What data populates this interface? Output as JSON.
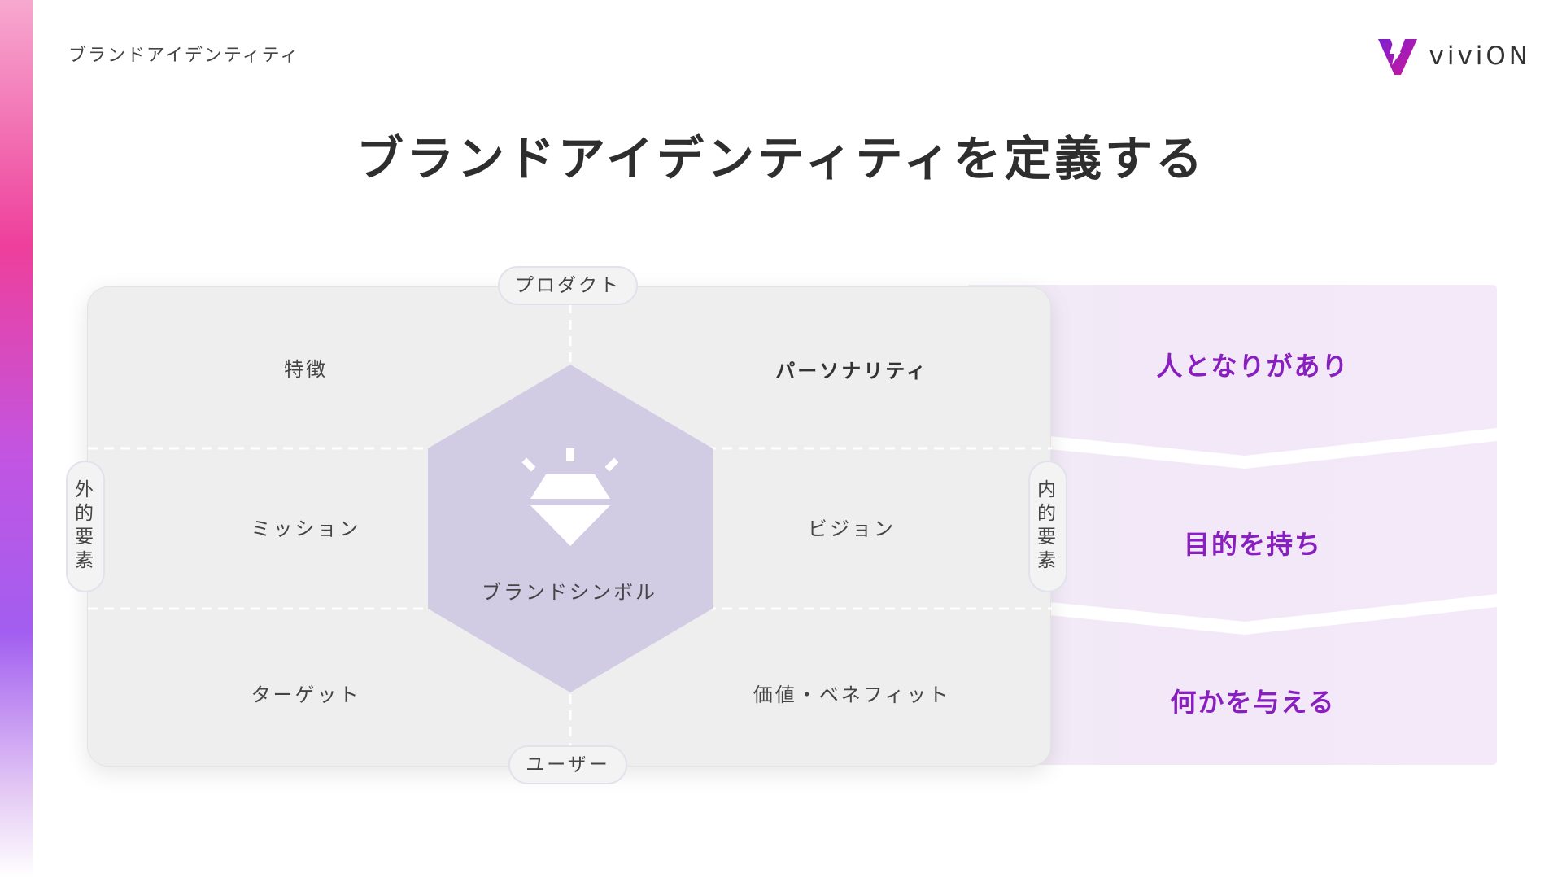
{
  "header": {
    "breadcrumb": "ブランドアイデンティティ",
    "logo_text": "viviON",
    "title": "ブランドアイデンティティを定義する"
  },
  "diagram": {
    "axis_top": "プロダクト",
    "axis_bottom": "ユーザー",
    "axis_left": "外的要素",
    "axis_right": "内的要素",
    "cells": {
      "top_left": "特徴",
      "top_right": "パーソナリティ",
      "middle_left": "ミッション",
      "middle_right": "ビジョン",
      "bottom_left": "ターゲット",
      "bottom_right": "価値・ベネフィット"
    },
    "center_label": "ブランドシンボル",
    "center_icon": "diamond-icon"
  },
  "right_panel": {
    "labels": [
      "人となりがあり",
      "目的を持ち",
      "何かを与える"
    ]
  },
  "colors": {
    "accent": "#8a1fc0",
    "hexagon": "#d2cbe4",
    "panel": "#eeeeee",
    "right_panel": "#f3e9f8",
    "logo": "#b01ea8"
  }
}
